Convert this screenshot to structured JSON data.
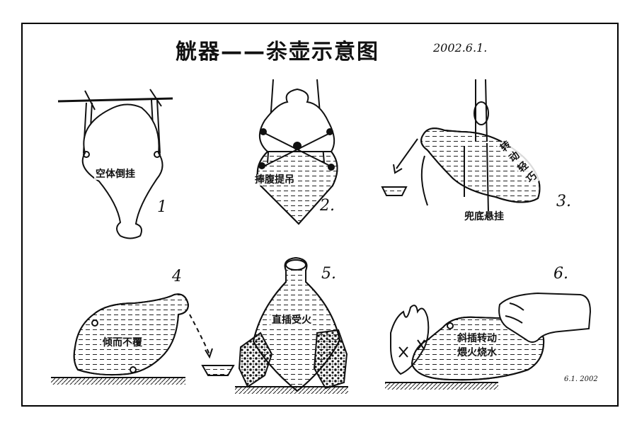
{
  "title": "觥器——尜壶示意图",
  "date": "2002.6.1.",
  "signature": "6.1. 2002",
  "panels": [
    {
      "number": "1",
      "label": "空体倒挂"
    },
    {
      "number": "2.",
      "label": "捧腹提吊"
    },
    {
      "number": "3.",
      "label": "转动轻巧",
      "label2": "兜底悬挂"
    },
    {
      "number": "4",
      "label": "倾而不覆"
    },
    {
      "number": "5.",
      "label": "直插受火"
    },
    {
      "number": "6.",
      "label": "斜插转动",
      "label2": "煨火烧水"
    }
  ]
}
